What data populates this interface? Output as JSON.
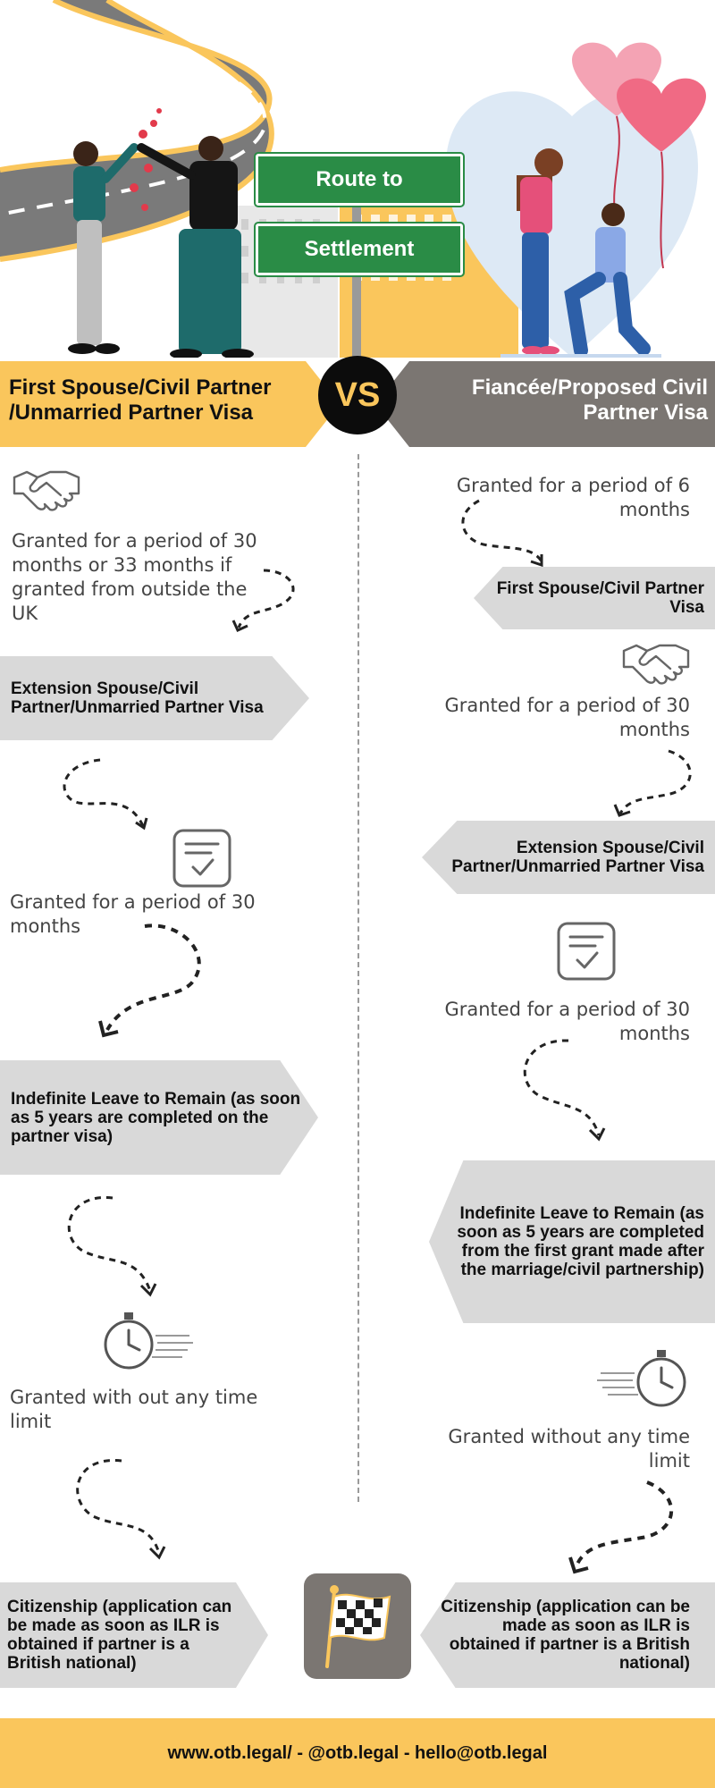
{
  "header": {
    "sign_top": "Route to",
    "sign_bottom": "Settlement",
    "left_title": "First Spouse/Civil Partner /Unmarried Partner Visa",
    "vs": "VS",
    "right_title": "Fiancée/Proposed Civil Partner Visa"
  },
  "left": {
    "step1_text": "Granted for a period of 30 months or 33 months if granted from outside the UK",
    "step2_label": "Extension Spouse/Civil Partner/Unmarried Partner Visa",
    "step3_text": "Granted for a period of 30 months",
    "step4_label": "Indefinite Leave to Remain (as soon as 5 years are completed on the partner visa)",
    "step5_text": "Granted with out any time limit",
    "step6_label": "Citizenship (application can be made as soon as ILR is obtained if partner is a British national)"
  },
  "right": {
    "step1_text": "Granted for a period of 6 months",
    "step2_label": "First Spouse/Civil Partner Visa",
    "step3_text": "Granted for a period of 30 months",
    "step4_label": "Extension Spouse/Civil Partner/Unmarried Partner Visa",
    "step5_text": "Granted for a period of 30 months",
    "step6_label": "Indefinite Leave to Remain (as soon as 5 years are completed from the first grant made after the marriage/civil partnership)",
    "step7_text": "Granted without any time limit",
    "step8_label": "Citizenship (application can be made as soon as ILR is obtained if partner is a British national)"
  },
  "footer": {
    "text": "www.otb.legal/ - @otb.legal - hello@otb.legal"
  },
  "colors": {
    "accent_yellow": "#fac65c",
    "accent_grey": "#7b7672",
    "sign_green": "#2a8c46",
    "chevron_grey": "#d9d9d9"
  }
}
